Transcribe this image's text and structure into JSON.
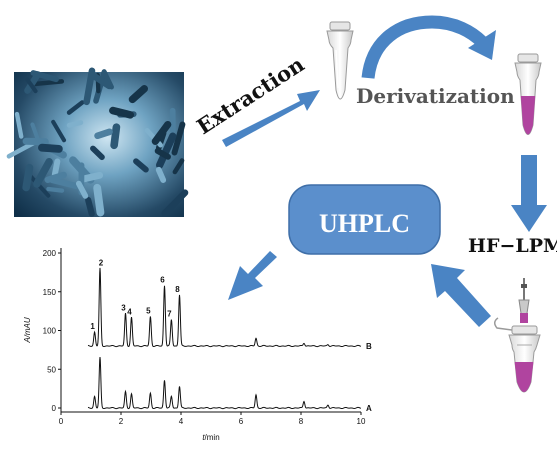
{
  "labels": {
    "extraction": "Extraction",
    "derivatization": "Derivatization",
    "uhplc": "UHPLC",
    "hflpm": "HF−LPM"
  },
  "chart_data": {
    "type": "line",
    "ylabel": "A/mAU",
    "xlabel_italic": "t",
    "xlabel_rest": "/min",
    "xlim": [
      0,
      10
    ],
    "ylim": [
      0,
      200
    ],
    "x_ticks": [
      "0",
      "2",
      "4",
      "6",
      "8",
      "10"
    ],
    "y_ticks": [
      "0",
      "50",
      "100",
      "150",
      "200"
    ],
    "series": [
      {
        "name": "B",
        "baseline": 80,
        "peaks": [
          {
            "label": "1",
            "t": 1.12,
            "h": 18
          },
          {
            "label": "2",
            "t": 1.3,
            "h": 100
          },
          {
            "label": "3",
            "t": 2.15,
            "h": 42
          },
          {
            "label": "4",
            "t": 2.35,
            "h": 37
          },
          {
            "label": "5",
            "t": 2.98,
            "h": 38
          },
          {
            "label": "6",
            "t": 3.45,
            "h": 78
          },
          {
            "label": "7",
            "t": 3.68,
            "h": 34
          },
          {
            "label": "8",
            "t": 3.95,
            "h": 66
          },
          {
            "label": "",
            "t": 6.5,
            "h": 10
          },
          {
            "label": "",
            "t": 8.1,
            "h": 4
          },
          {
            "label": "",
            "t": 8.9,
            "h": 2
          }
        ]
      },
      {
        "name": "A",
        "baseline": 0,
        "peaks": [
          {
            "label": "",
            "t": 1.12,
            "h": 15
          },
          {
            "label": "",
            "t": 1.3,
            "h": 65
          },
          {
            "label": "",
            "t": 2.15,
            "h": 21
          },
          {
            "label": "",
            "t": 2.35,
            "h": 18
          },
          {
            "label": "",
            "t": 2.98,
            "h": 19
          },
          {
            "label": "",
            "t": 3.45,
            "h": 36
          },
          {
            "label": "",
            "t": 3.68,
            "h": 15
          },
          {
            "label": "",
            "t": 3.95,
            "h": 28
          },
          {
            "label": "",
            "t": 6.5,
            "h": 17
          },
          {
            "label": "",
            "t": 8.1,
            "h": 9
          },
          {
            "label": "",
            "t": 8.9,
            "h": 4
          }
        ]
      }
    ]
  },
  "colors": {
    "arrow": "#4a84c4",
    "box": "#5b8fcc",
    "tube_fill": "#b0449f",
    "bacteria_bg": "#0f2f48"
  }
}
